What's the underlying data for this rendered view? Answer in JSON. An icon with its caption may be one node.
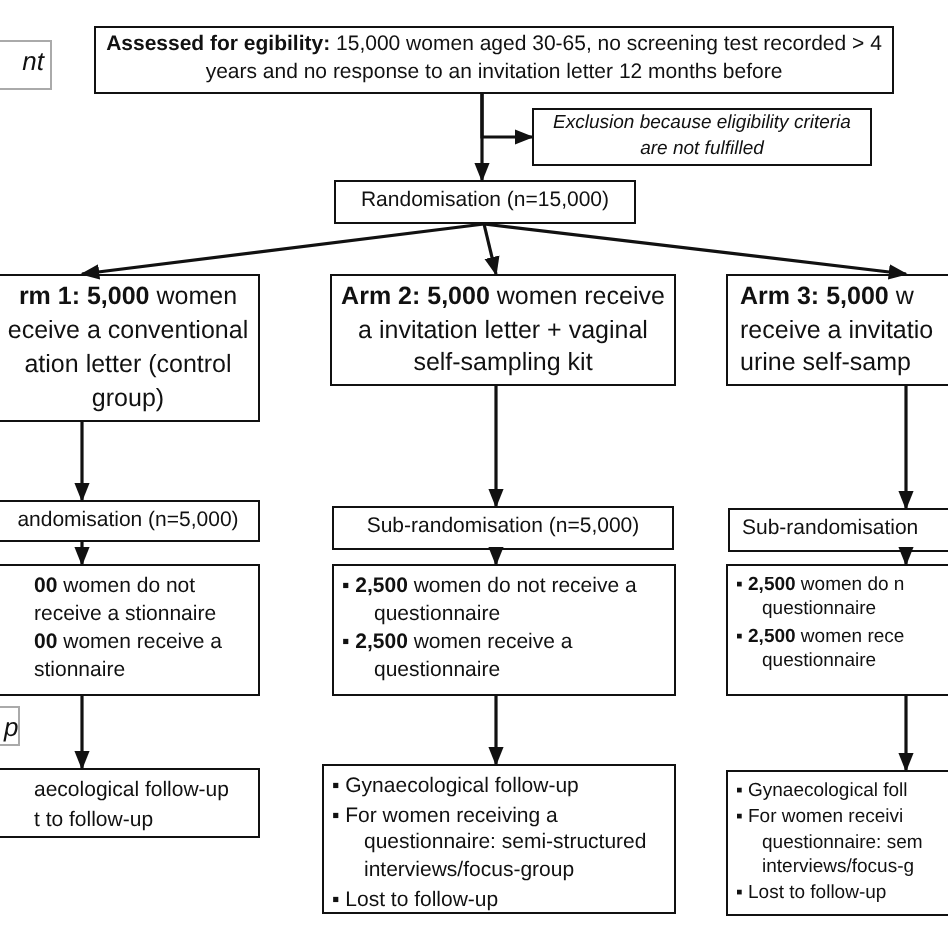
{
  "diagram": {
    "nodes": [
      {
        "text": [
          "**Assessed for egibility:** 15,000 women aged 30-65, no screening test recorded > 4 years and no response to an invitation letter 12 months before"
        ]
      },
      {
        "text": [
          "Exclusion because eligibility criteria are not fulfilled"
        ]
      },
      {
        "text": [
          "Randomisation (n=15,000)"
        ]
      },
      {
        "text": [
          "**rm 1: 5,000** women eceive a conventional ation letter (control group)"
        ]
      },
      {
        "text": [
          "**Arm 2: 5,000** women receive a invitation letter + vaginal self-sampling kit"
        ]
      },
      {
        "text": [
          "**Arm 3: 5,000** w receive a invitatio urine self-samp"
        ]
      },
      {
        "text": [
          "andomisation (n=5,000)"
        ]
      },
      {
        "text": [
          "Sub-randomisation (n=5,000)"
        ]
      },
      {
        "text": [
          "Sub-randomisation"
        ]
      },
      {
        "text": [
          "**00** women do not receive a stionnaire",
          "**00** women receive a stionnaire"
        ]
      },
      {
        "text": [
          "▪ **2,500** women do not receive a questionnaire",
          "▪ **2,500** women receive a questionnaire"
        ]
      },
      {
        "text": [
          "▪ **2,500** women do n questionnaire",
          "▪ **2,500** women rece questionnaire"
        ]
      },
      {
        "text": [
          "aecological follow-up",
          "t to follow-up"
        ]
      },
      {
        "text": [
          "▪ Gynaecological follow-up",
          "▪ For women receiving a questionnaire: semi-structured interviews/focus-group",
          "▪ Lost to follow-up"
        ]
      },
      {
        "text": [
          "▪ Gynaecological foll",
          "▪ For women receivi questionnaire: sem interviews/focus-g",
          "▪ Lost to follow-up"
        ]
      }
    ],
    "edges": [
      {
        "from": 0,
        "to": 1,
        "arrow": "to"
      },
      {
        "from": 0,
        "to": 2,
        "arrow": "to"
      },
      {
        "from": 2,
        "to": 3,
        "arrow": "to"
      },
      {
        "from": 2,
        "to": 4,
        "arrow": "to"
      },
      {
        "from": 2,
        "to": 5,
        "arrow": "to"
      },
      {
        "from": 3,
        "to": 6,
        "arrow": "to"
      },
      {
        "from": 4,
        "to": 7,
        "arrow": "to"
      },
      {
        "from": 5,
        "to": 8,
        "arrow": "to"
      },
      {
        "from": 6,
        "to": 9,
        "arrow": "to"
      },
      {
        "from": 7,
        "to": 10,
        "arrow": "to"
      },
      {
        "from": 8,
        "to": 11,
        "arrow": "to"
      },
      {
        "from": 9,
        "to": 12,
        "arrow": "to"
      },
      {
        "from": 10,
        "to": 13,
        "arrow": "to"
      },
      {
        "from": 11,
        "to": 14,
        "arrow": "to"
      }
    ],
    "labels": [
      "nt",
      "p"
    ]
  }
}
